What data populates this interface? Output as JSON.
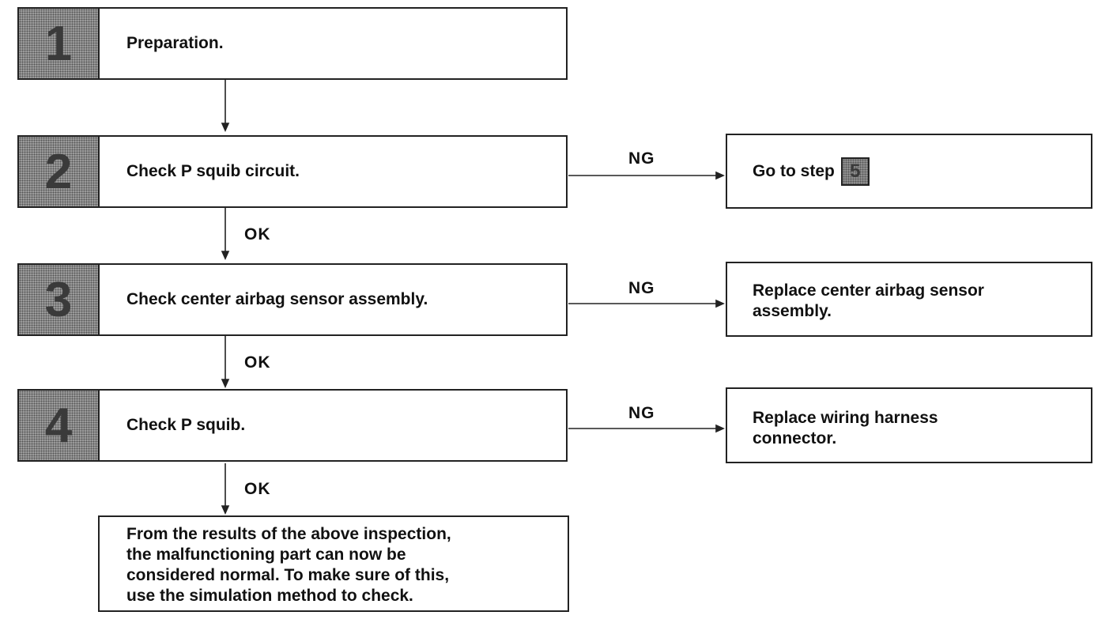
{
  "steps": [
    {
      "number": "1",
      "label": "Preparation."
    },
    {
      "number": "2",
      "label": "Check P squib circuit."
    },
    {
      "number": "3",
      "label": "Check center airbag sensor assembly."
    },
    {
      "number": "4",
      "label": "Check P squib."
    }
  ],
  "outcomes": {
    "ok": "OK",
    "ng": "NG"
  },
  "results": {
    "step2": {
      "text": "Go to step",
      "ref": "5"
    },
    "step3": {
      "line1": "Replace center airbag sensor",
      "line2": "assembly."
    },
    "step4": {
      "line1": "Replace wiring harness",
      "line2": "connector."
    }
  },
  "final": {
    "line1": "From the results of the above inspection,",
    "line2": "the malfunctioning part can now be",
    "line3": "considered normal. To make sure of this,",
    "line4": "use the simulation method to check."
  }
}
